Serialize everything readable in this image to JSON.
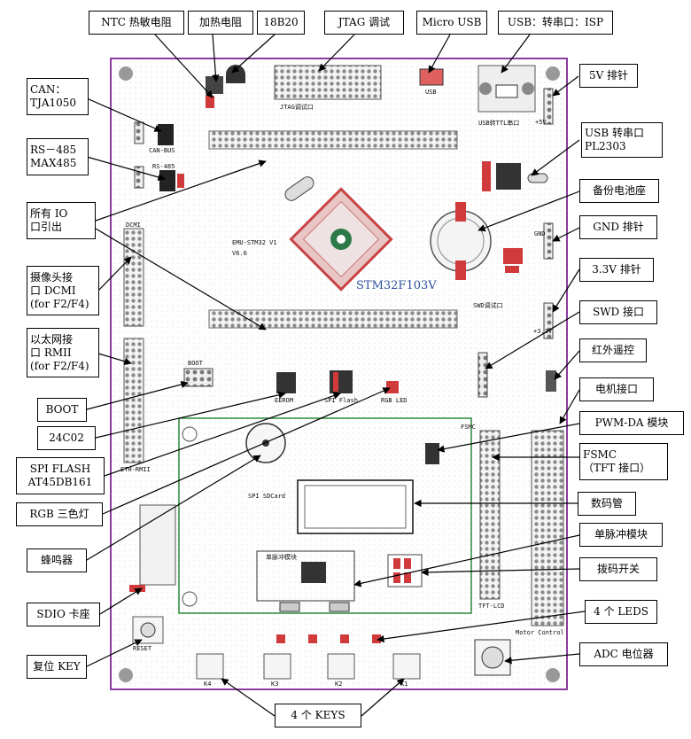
{
  "chip": {
    "name": "STM32F103V"
  },
  "labels": {
    "ntc": "NTC 热敏电阻",
    "heater": "加热电阻",
    "ds18b20": "18B20",
    "jtag": "JTAG 调试",
    "micro_usb": "Micro USB",
    "usb_isp": "USB：转串口：ISP",
    "v5_header": "5V 排针",
    "can": "CAN：\nTJA1050",
    "usb_uart": "USB 转串口\nPL2303",
    "rs485": "RS－485\nMAX485",
    "backup_battery": "备份电池座",
    "io_breakout": "所有 IO\n口引出",
    "gnd_header": "GND 排针",
    "dcmi": "摄像头接\n口 DCMI\n(for F2/F4)",
    "v33_header": "3.3V 排针",
    "swd": "SWD 接口",
    "rmii": "以太网接\n口 RMII\n(for F2/F4)",
    "ir": "红外遥控",
    "boot": "BOOT",
    "motor": "电机接口",
    "eeprom": "24C02",
    "pwm_da": "PWM-DA 模块",
    "spi_flash": "SPI FLASH\nAT45DB161",
    "fsmc": "FSMC\n（TFT 接口）",
    "rgb_led": "RGB 三色灯",
    "seg_display": "数码管",
    "single_pulse": "单脉冲模块",
    "buzzer": "蜂鸣器",
    "dip_switch": "拨码开关",
    "sdio": "SDIO 卡座",
    "leds": "4 个 LEDS",
    "reset_key": "复位 KEY",
    "adc_pot": "ADC 电位器",
    "keys": "4 个 KEYS"
  },
  "board_text": {
    "jtag_silk": "JTAG调试口",
    "usb_silk": "USB",
    "usb_ttl": "USB转TTL串口",
    "v5_silk": "+5V",
    "gnd_silk": "GND",
    "v33_silk": "+3.3V",
    "swd_silk": "SWD调试口",
    "can_bus": "CAN-BUS",
    "rs485_silk": "RS-485",
    "dcmi_silk": "DCMI",
    "eth_rmii": "ETH-RMII",
    "boot_silk": "BOOT",
    "eerom": "EEROM",
    "spi_flash_silk": "SPI Flash",
    "rgb_silk": "RGB LED",
    "fsmc_silk": "FSMC",
    "tft_lcd": "TFT-LCD",
    "motor_control": "Motor Control",
    "reset_silk": "RESET",
    "sdcard": "SPI SDCard",
    "pulse_silk": "单脉冲模块",
    "board_name": "EMU-STM32 V1",
    "version": "V6.6",
    "key_labels": [
      "K4",
      "K3",
      "K2",
      "K1"
    ]
  }
}
